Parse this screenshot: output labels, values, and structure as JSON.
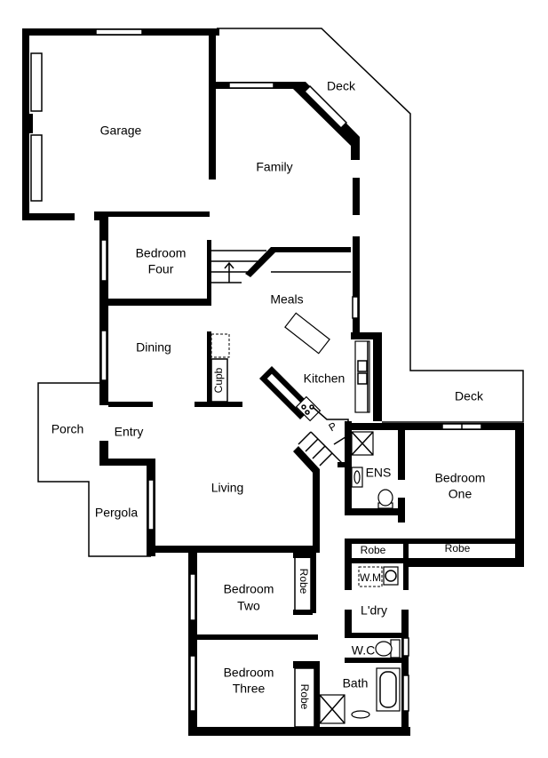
{
  "rooms": {
    "garage": "Garage",
    "deck_top": "Deck",
    "family": "Family",
    "bedroom_four_line1": "Bedroom",
    "bedroom_four_line2": "Four",
    "meals": "Meals",
    "dining": "Dining",
    "cupb": "Cupb",
    "kitchen": "Kitchen",
    "p": "P",
    "deck_right": "Deck",
    "porch": "Porch",
    "entry": "Entry",
    "ens": "ENS",
    "bedroom_one_line1": "Bedroom",
    "bedroom_one_line2": "One",
    "living": "Living",
    "pergola": "Pergola",
    "robe_ens": "Robe",
    "robe_one": "Robe",
    "wm": "W.M",
    "robe_two": "Robe",
    "bedroom_two_line1": "Bedroom",
    "bedroom_two_line2": "Two",
    "ldry": "L'dry",
    "wc": "W.C",
    "bath": "Bath",
    "bedroom_three_line1": "Bedroom",
    "bedroom_three_line2": "Three",
    "robe_three": "Robe"
  }
}
